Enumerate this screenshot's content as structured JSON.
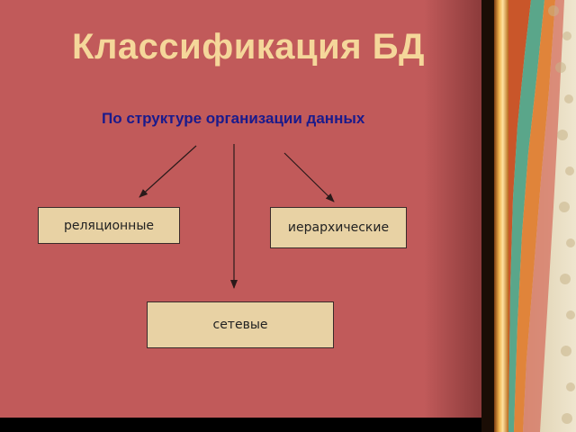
{
  "slide": {
    "title": "Классификация БД",
    "subtitle": "По структуре организации данных"
  },
  "nodes": {
    "relational": "реляционные",
    "hierarchical": "иерархические",
    "network": "сетевые"
  },
  "colors": {
    "background": "#c15a5a",
    "title": "#f5d79a",
    "subtitle": "#1a1a8c",
    "node_fill": "#e8d2a4"
  }
}
